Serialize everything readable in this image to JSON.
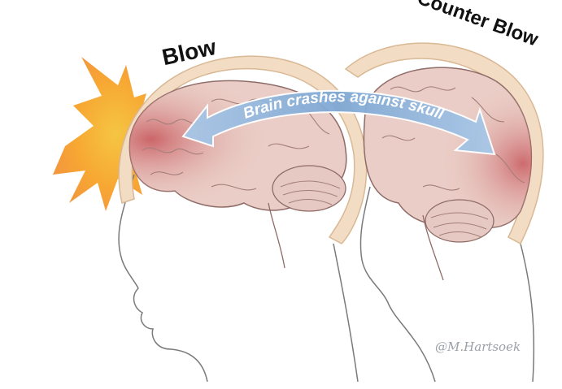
{
  "labels": {
    "blow": "Blow",
    "counter_blow": "Counter Blow",
    "arrow_caption": "Brain crashes against skull",
    "signature": "@M.Hartsoek"
  },
  "colors": {
    "skull": "#f3dcc4",
    "skull_edge": "#d9b894",
    "brain": "#eacdc6",
    "brain_injury": "#c85a5e",
    "brain_outline": "#8f6b67",
    "arrow": "#8fb3d9",
    "impact_outer": "#f7a733",
    "impact_inner": "#f5c542",
    "outline": "#7a7a7a"
  },
  "icons": {
    "impact": "impact-starburst-icon"
  }
}
